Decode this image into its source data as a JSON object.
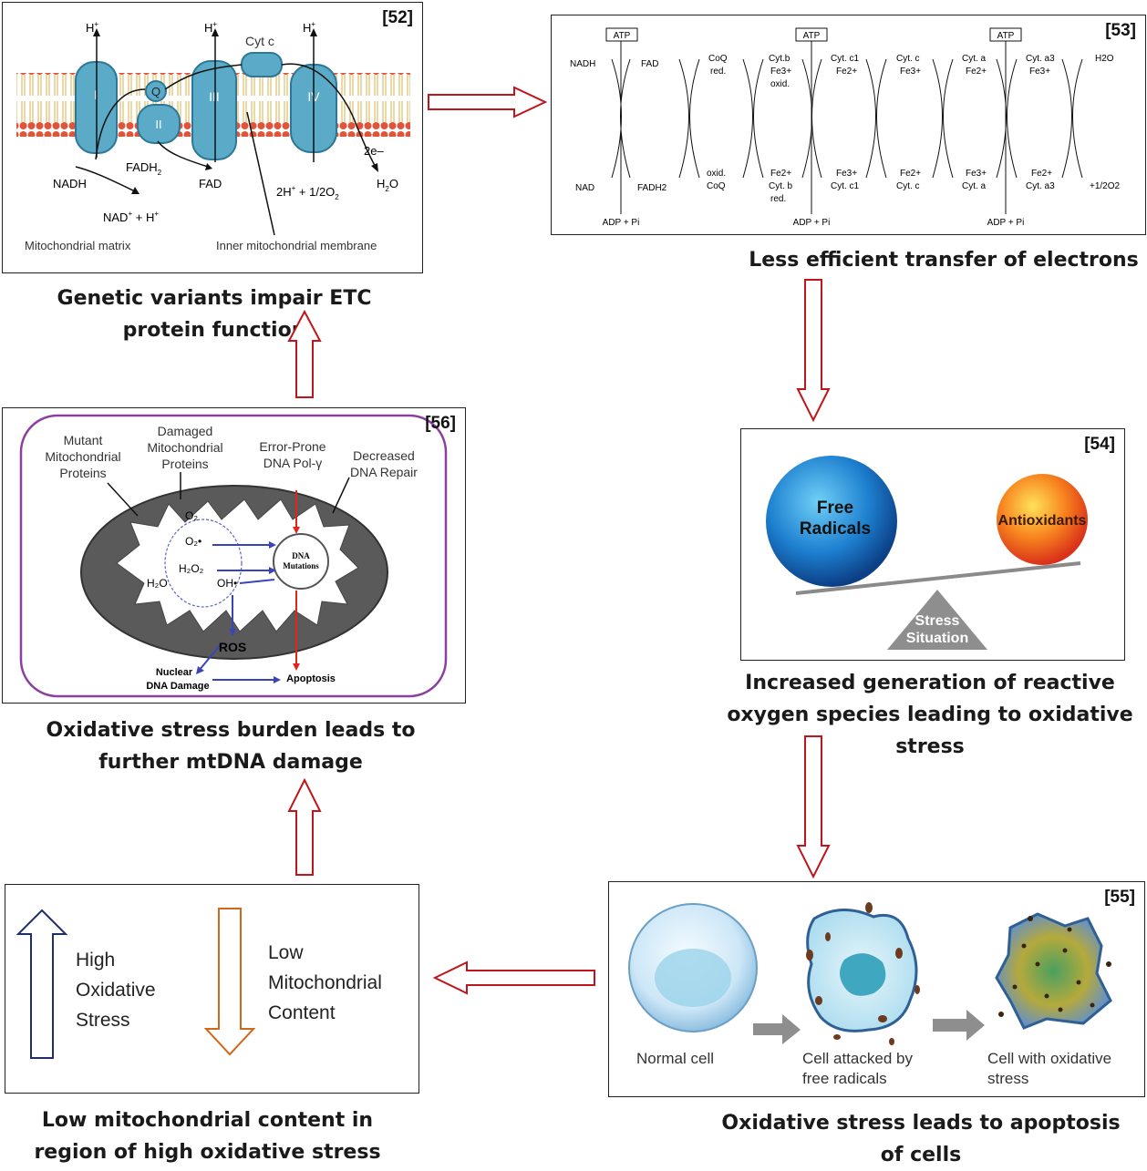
{
  "captions": {
    "etc_impair": "Genetic variants impair ETC protein function",
    "less_efficient": "Less efficient transfer of electrons",
    "ros": "Increased generation of reactive oxygen species leading to oxidative stress",
    "apoptosis": "Oxidative stress leads to apoptosis of cells",
    "low_content": "Low mitochondrial content in region of high oxidative stress",
    "further_damage": "Oxidative stress burden leads to further mtDNA damage"
  },
  "refs": {
    "p52": "[52]",
    "p53": "[53]",
    "p54": "[54]",
    "p55": "[55]",
    "p56": "[56]"
  },
  "panel52": {
    "h1": "H",
    "h3": "H",
    "h4": "H",
    "plus": "+",
    "cytc": "Cyt c",
    "c1": "I",
    "q": "Q",
    "c2": "II",
    "c3": "III",
    "c4": "IV",
    "nadh": "NADH",
    "fadh2": "FADH",
    "fadh2_sub": "2",
    "nad": "NAD",
    "nad_rest": " + H",
    "fad": "FAD",
    "o2": "2H",
    "o2_rest": " + 1/2O",
    "o2_sub": "2",
    "e": "2e–",
    "h2o": "H",
    "h2o_sub": "2",
    "h2o_o": "O",
    "matrix": "Mitochondrial matrix",
    "membrane": "Inner mitochondrial membrane"
  },
  "panel53": {
    "atp": "ATP",
    "adp": "ADP + Pi",
    "top": [
      "NADH",
      "FAD",
      "CoQ",
      "red.",
      "Cyt.b",
      "Fe3+",
      "oxid.",
      "Cyt. c1",
      "Fe2+",
      "Cyt. c",
      "Fe3+",
      "Cyt. a",
      "Fe2+",
      "Cyt. a3",
      "Fe3+",
      "H2O"
    ],
    "bottom": [
      "NAD",
      "FADH2",
      "oxid.",
      "CoQ",
      "Fe2+",
      "Cyt. b",
      "red.",
      "Fe3+",
      "Cyt. c1",
      "Fe2+",
      "Cyt. c",
      "Fe3+",
      "Cyt. a",
      "Fe2+",
      "Cyt. a3",
      "+1/2O2"
    ]
  },
  "panel54": {
    "free1": "Free",
    "free2": "Radicals",
    "anti": "Antioxidants",
    "stress1": "Stress",
    "stress2": "Situation"
  },
  "panel55": {
    "normal": "Normal cell",
    "attacked1": "Cell attacked by",
    "attacked2": "free radicals",
    "oxid1": "Cell with oxidative",
    "oxid2": "stress"
  },
  "panel56": {
    "mutant": [
      "Mutant",
      "Mitochondrial",
      "Proteins"
    ],
    "damaged": [
      "Damaged",
      "Mitochondrial",
      "Proteins"
    ],
    "error": [
      "Error-Prone",
      "DNA Pol-γ"
    ],
    "repair": [
      "Decreased",
      "DNA Repair"
    ],
    "o2a": "O₂",
    "o2b": "O₂•",
    "h2o2": "H₂O₂",
    "h2o": "H₂O",
    "oh": "OH•",
    "dna1": "DNA",
    "dna2": "Mutations",
    "ros": "ROS",
    "nuclear1": "Nuclear",
    "nuclear2": "DNA Damage",
    "apop": "Apoptosis"
  },
  "panel_low": {
    "high": [
      "High",
      "Oxidative",
      "Stress"
    ],
    "low": [
      "Low",
      "Mitochondrial",
      "Content"
    ]
  },
  "colors": {
    "flow_arrow": "#c0161b",
    "up_arrow": "#1f2e6b",
    "down_arrow": "#d0671b",
    "protein": "#5aaac8",
    "purple_frame": "#8b3f9e"
  }
}
